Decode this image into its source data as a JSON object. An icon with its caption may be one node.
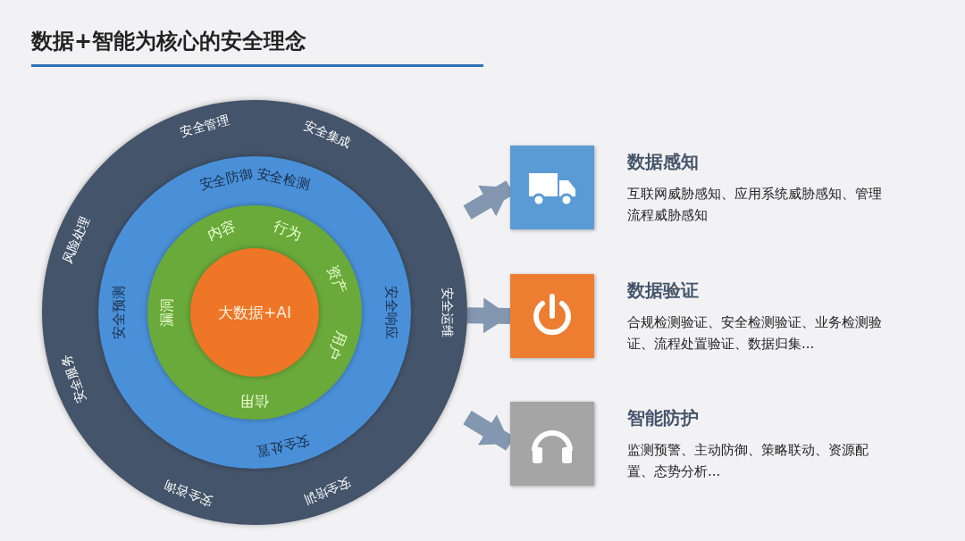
{
  "diagram": {
    "title": "数据+智能为核心的安全理念",
    "nodes": [
      {
        "text": [
          "安全管理",
          "安全集成",
          "安全运维",
          "安全培训",
          "安全咨询",
          "安全服务",
          "风险处理"
        ]
      },
      {
        "text": [
          "安全防御",
          "安全检测",
          "安全响应",
          "安全处置",
          "安全预测"
        ],
        "in": 0
      },
      {
        "text": [
          "内容",
          "行为",
          "资产",
          "用户",
          "信用",
          "漏洞"
        ],
        "in": 1
      },
      {
        "text": [
          "大数据+AI"
        ],
        "in": 2
      },
      {
        "text": [],
        "shape": "box",
        "beside": [
          "数据感知",
          "互联网威胁感知、应用系统威胁感知、管理流程威胁感知"
        ]
      },
      {
        "text": [],
        "shape": "box",
        "beside": [
          "数据验证",
          "合规检测验证、安全检测验证、业务检测验证、流程处置验证、数据归集..."
        ]
      },
      {
        "text": [],
        "shape": "box",
        "beside": [
          "智能防护",
          "监测预警、主动防御、策略联动、资源配置、态势分析..."
        ]
      }
    ],
    "edges": [
      {
        "from": 0,
        "to": 4,
        "arrow": "to"
      },
      {
        "from": 0,
        "to": 5,
        "arrow": "to"
      },
      {
        "from": 0,
        "to": 6,
        "arrow": "to"
      }
    ]
  }
}
